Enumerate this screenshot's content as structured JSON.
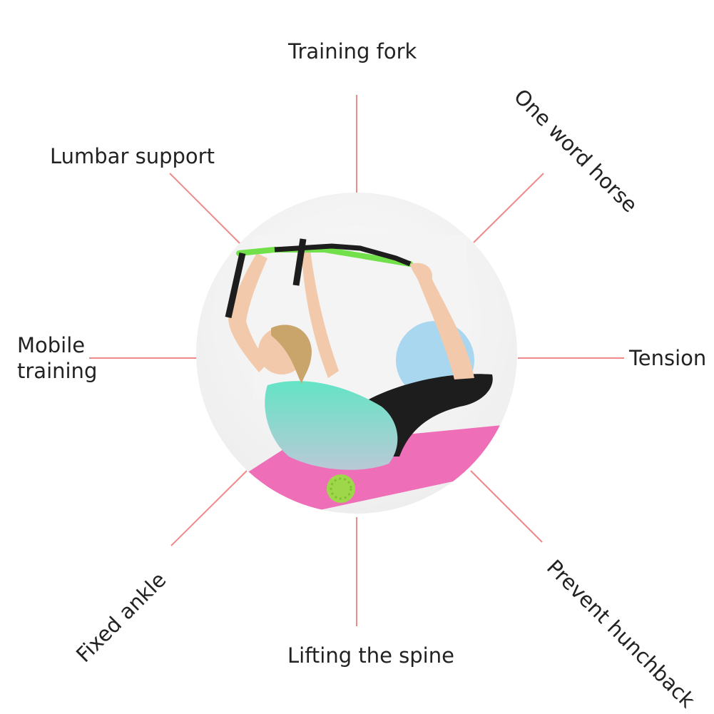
{
  "labels": {
    "top": "Training fork",
    "top_right": "One word horse",
    "right": "Tension",
    "bottom_right": "Prevent hunchback",
    "bottom": "Lifting the spine",
    "bottom_left": "Fixed ankle",
    "left_line1": "Mobile",
    "left_line2": "training",
    "top_left": "Lumbar support"
  },
  "colors": {
    "spoke": "#f08a8a",
    "mat": "#ee6fb8",
    "shirt": "#6fe0c8",
    "strap": "#72e04a",
    "ball": "#a9d7f0",
    "massage_ball": "#9ed84a"
  }
}
